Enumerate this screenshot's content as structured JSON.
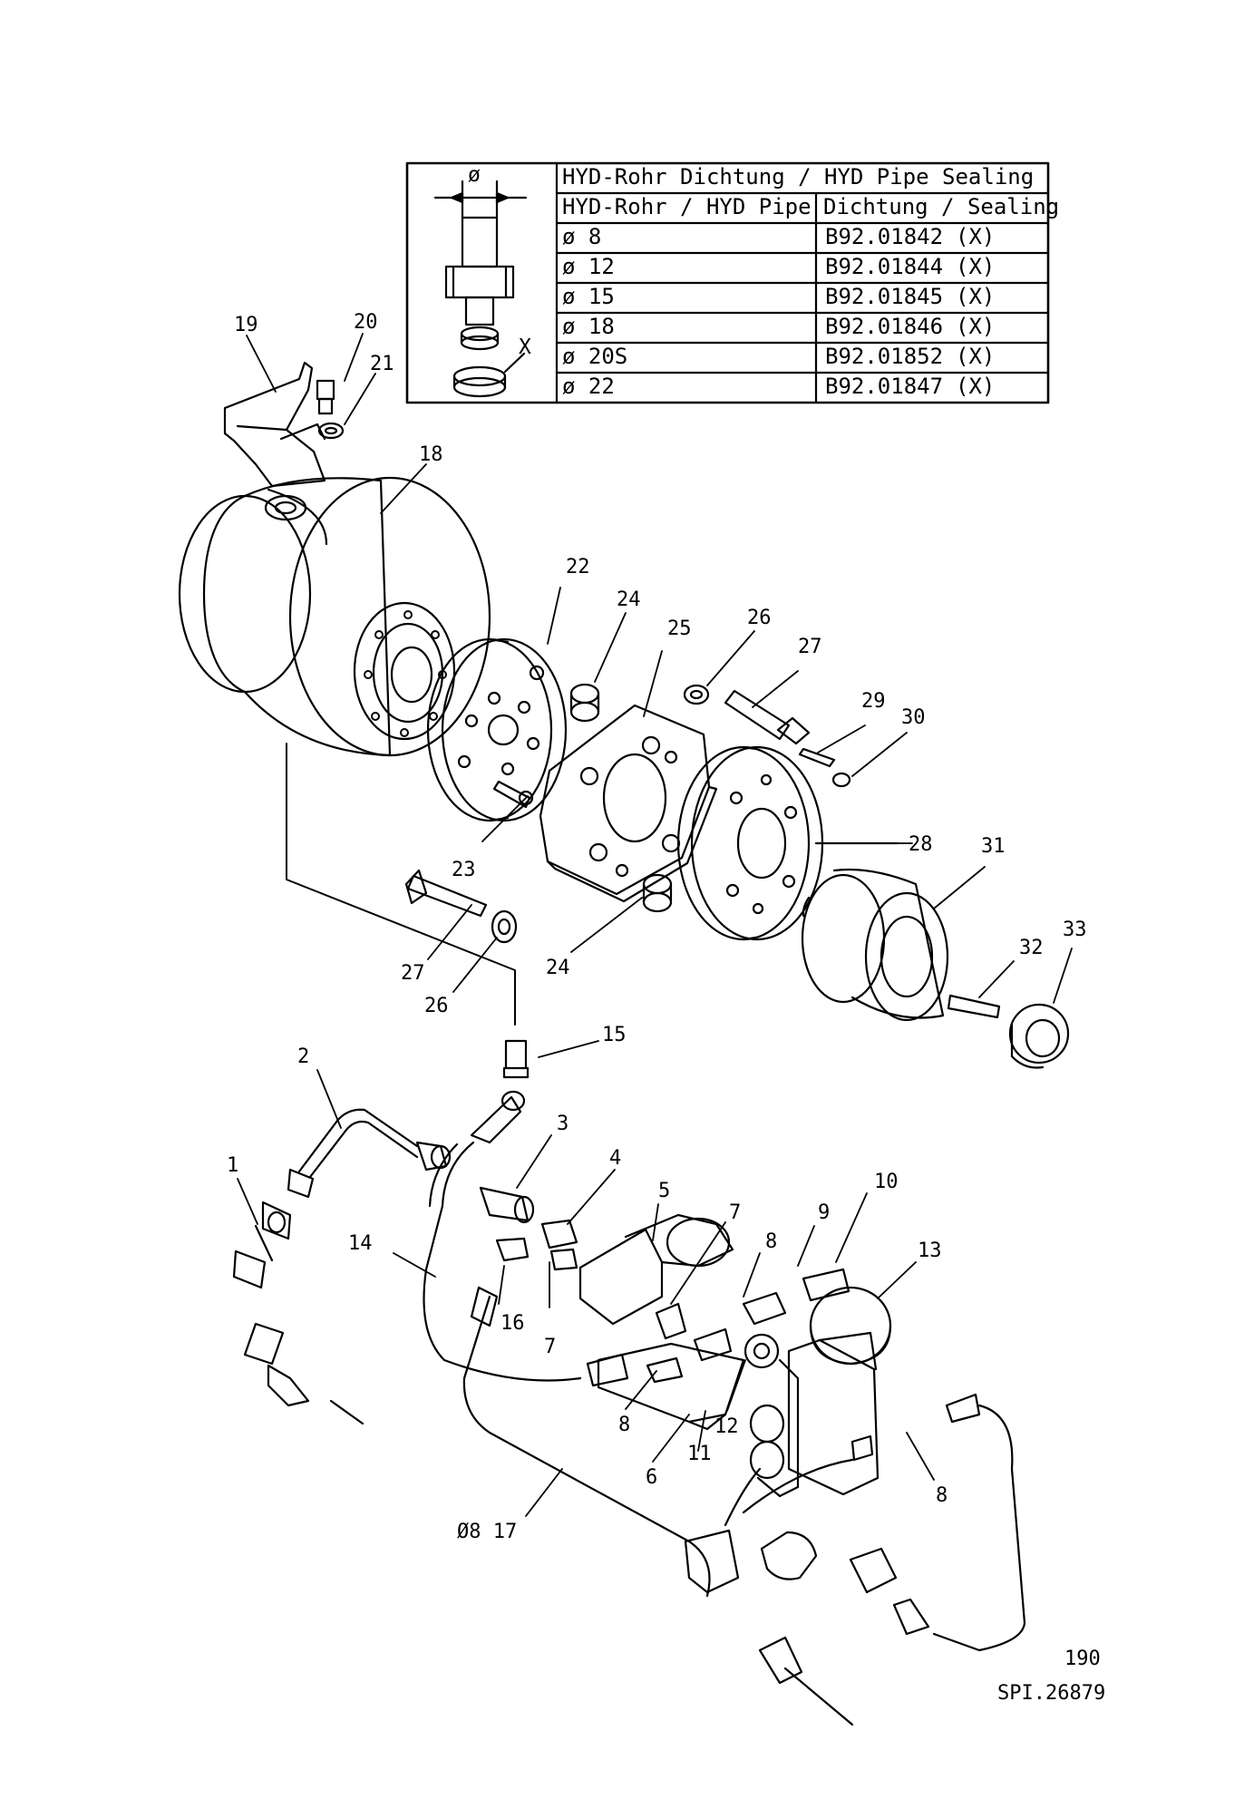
{
  "table": {
    "title": "HYD-Rohr Dichtung / HYD Pipe Sealing",
    "col_pipe": "HYD-Rohr / HYD Pipe",
    "col_seal": "Dichtung / Sealing",
    "diameter_symbol": "ø",
    "x_label": "X",
    "rows": [
      {
        "pipe": "ø 8",
        "seal": "B92.01842",
        "mark": "(X)"
      },
      {
        "pipe": "ø 12",
        "seal": "B92.01844",
        "mark": "(X)"
      },
      {
        "pipe": "ø 15",
        "seal": "B92.01845",
        "mark": "(X)"
      },
      {
        "pipe": "ø 18",
        "seal": "B92.01846",
        "mark": "(X)"
      },
      {
        "pipe": "ø 20S",
        "seal": "B92.01852",
        "mark": "(X)"
      },
      {
        "pipe": "ø 22",
        "seal": "B92.01847",
        "mark": "(X)"
      }
    ]
  },
  "callouts": {
    "c1": "1",
    "c2": "2",
    "c3": "3",
    "c4": "4",
    "c5": "5",
    "c6": "6",
    "c7a": "7",
    "c7b": "7",
    "c8a": "8",
    "c8b": "8",
    "c8c": "8",
    "c9": "9",
    "c10": "10",
    "c11": "11",
    "c12": "12",
    "c13": "13",
    "c14": "14",
    "c15": "15",
    "c16": "16",
    "c17": "Ø8  17",
    "c18": "18",
    "c19": "19",
    "c20": "20",
    "c21": "21",
    "c22": "22",
    "c23": "23",
    "c24a": "24",
    "c24b": "24",
    "c25": "25",
    "c26a": "26",
    "c26b": "26",
    "c27a": "27",
    "c27b": "27",
    "c28": "28",
    "c29": "29",
    "c30": "30",
    "c31": "31",
    "c32": "32",
    "c33": "33"
  },
  "footer": {
    "page_number": "190",
    "drawing_id": "SPI.26879"
  }
}
